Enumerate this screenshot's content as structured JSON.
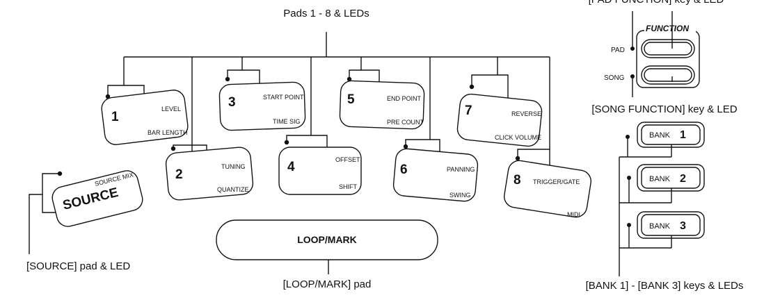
{
  "labels": {
    "pads": "Pads 1 - 8 & LEDs",
    "pad_function": "[PAD FUNCTION] key & LED",
    "song_function": "[SONG FUNCTION] key & LED",
    "source": "[SOURCE] pad & LED",
    "loop_mark": "[LOOP/MARK] pad",
    "bank": "[BANK 1] - [BANK 3] keys & LEDs"
  },
  "pads": [
    {
      "num": "1",
      "top": "LEVEL",
      "bottom": "BAR LENGTH"
    },
    {
      "num": "2",
      "top": "TUNING",
      "bottom": "QUANTIZE"
    },
    {
      "num": "3",
      "top": "START POINT",
      "bottom": "TIME SIG"
    },
    {
      "num": "4",
      "top": "OFFSET",
      "bottom": "SHIFT"
    },
    {
      "num": "5",
      "top": "END POINT",
      "bottom": "PRE COUNT"
    },
    {
      "num": "6",
      "top": "PANNING",
      "bottom": "SWING"
    },
    {
      "num": "7",
      "top": "REVERSE",
      "bottom": "CLICK VOLUME"
    },
    {
      "num": "8",
      "top": "TRIGGER/GATE",
      "bottom": "MIDI"
    }
  ],
  "source_pad": {
    "label": "SOURCE",
    "sub": "SOURCE MIX"
  },
  "loop_pad": {
    "label": "LOOP/MARK"
  },
  "function_panel": {
    "title": "FUNCTION",
    "pad_led": "PAD",
    "song_led": "SONG"
  },
  "banks": [
    {
      "word": "BANK",
      "num": "1"
    },
    {
      "word": "BANK",
      "num": "2"
    },
    {
      "word": "BANK",
      "num": "3"
    }
  ]
}
